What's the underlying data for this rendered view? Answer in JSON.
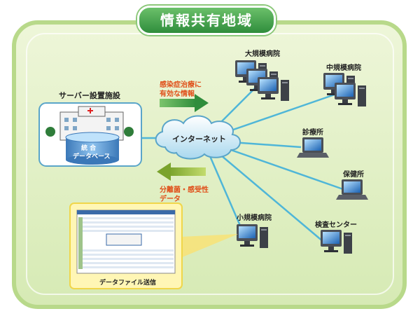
{
  "title": "情報共有地域",
  "server_facility": {
    "label": "サーバー設置施設",
    "db_label_line1": "統 合",
    "db_label_line2": "データベース"
  },
  "internet": "インターネット",
  "flow_out": {
    "line1": "感染症治療に",
    "line2": "有効な情報"
  },
  "flow_in": {
    "line1": "分離菌・感受性",
    "line2": "データ"
  },
  "nodes": {
    "large_hospital": "大規模病院",
    "mid_hospital": "中規模病院",
    "clinic": "診療所",
    "health_center": "保健所",
    "small_hospital": "小規模病院",
    "inspection_center": "検査センター"
  },
  "screenshot_caption": "データファイル送信",
  "colors": {
    "frame": "#d9ecb6",
    "arrow_out": "#3e9b55",
    "arrow_in": "#8dbb3a",
    "line": "#4fb6d8",
    "orange_text": "#e0501a"
  }
}
